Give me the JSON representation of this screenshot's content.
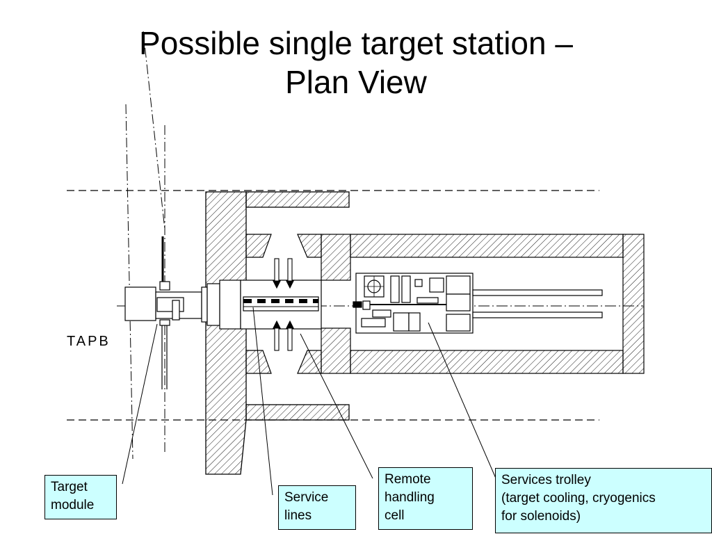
{
  "title": {
    "line1": "Possible single target station –",
    "line2": "Plan View"
  },
  "drawing": {
    "label_tapb": "TAPB"
  },
  "callouts": {
    "target_module": {
      "line1": "Target",
      "line2": "module"
    },
    "service_lines": {
      "line1": "Service",
      "line2": "lines"
    },
    "remote_handling_cell": {
      "line1": "Remote",
      "line2": "handling",
      "line3": "cell"
    },
    "services_trolley": {
      "line1": "Services trolley",
      "line2": "(target cooling, cryogenics",
      "line3": "for solenoids)"
    }
  },
  "colors": {
    "callout_fill": "#ccffff",
    "line": "#000000"
  }
}
